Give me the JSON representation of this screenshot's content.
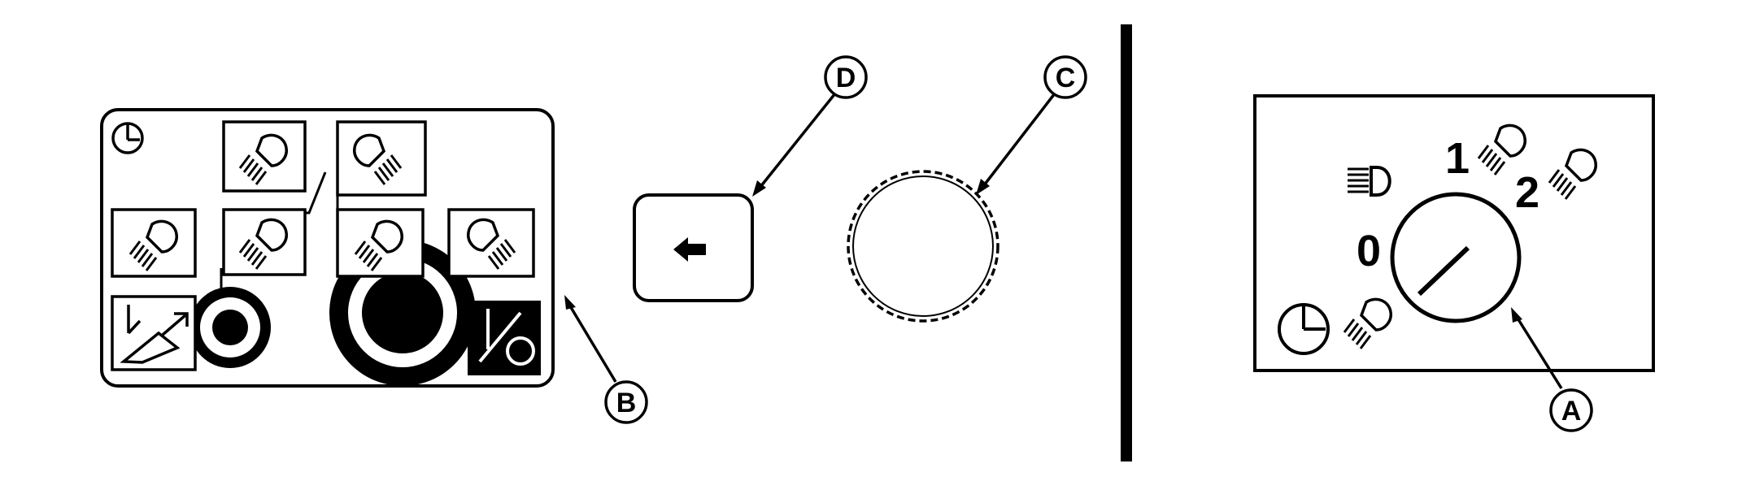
{
  "callouts": {
    "a": "A",
    "b": "B",
    "c": "C",
    "d": "D"
  },
  "light_switch": {
    "positions": {
      "off": "0",
      "one": "1",
      "two": "2"
    }
  },
  "icons": {
    "clock": "clock-icon",
    "headlight": "headlight-icon",
    "parking_light": "parking-light-icon",
    "work_light": "work-light-icon",
    "shovel": "shovel-icon",
    "switch_symbol": "on-off-switch-icon",
    "arrow": "arrow-left-icon"
  }
}
